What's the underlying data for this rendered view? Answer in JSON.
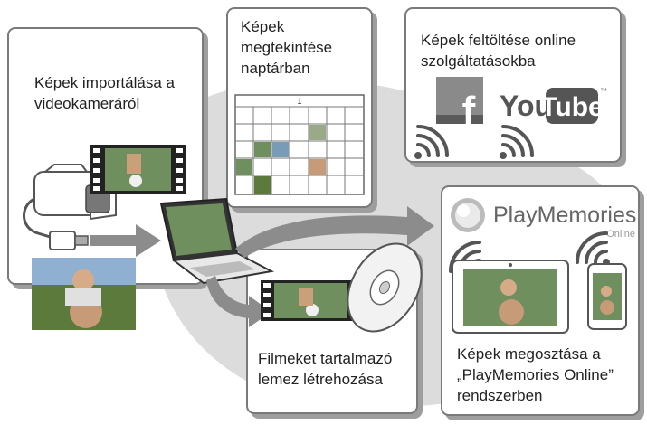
{
  "panels": {
    "import": {
      "label": "Képek importálása a\nvideokameráról"
    },
    "calendar": {
      "label": "Képek\nmegtekintése\nnaptárban",
      "calendar_header": "1"
    },
    "upload": {
      "label": "Képek feltöltése online\nszolgáltatásokba"
    },
    "disc": {
      "label": "Filmeket tartalmazó\nlemez létrehozása"
    },
    "share": {
      "label": "Képek megosztása a\n„PlayMemories Online”\nrendszerben"
    }
  },
  "services": {
    "facebook": {
      "letter": "f"
    },
    "youtube": {
      "you": "You",
      "tube": "Tube",
      "tm": "™"
    }
  },
  "playmemories": {
    "name": "PlayMemories",
    "sub": "Online"
  },
  "colors": {
    "frame": "#7a7a7a",
    "shadow": "#9e9e9e",
    "blob": "#dcdcdc",
    "arrow": "#8c8c8c"
  },
  "icons": [
    "camcorder-icon",
    "usb-plug-icon",
    "laptop-icon",
    "disc-icon",
    "film-strip-icon",
    "wireless-signal-icon",
    "tablet-icon",
    "smartphone-icon",
    "playmemories-logo",
    "facebook-logo",
    "youtube-logo"
  ]
}
